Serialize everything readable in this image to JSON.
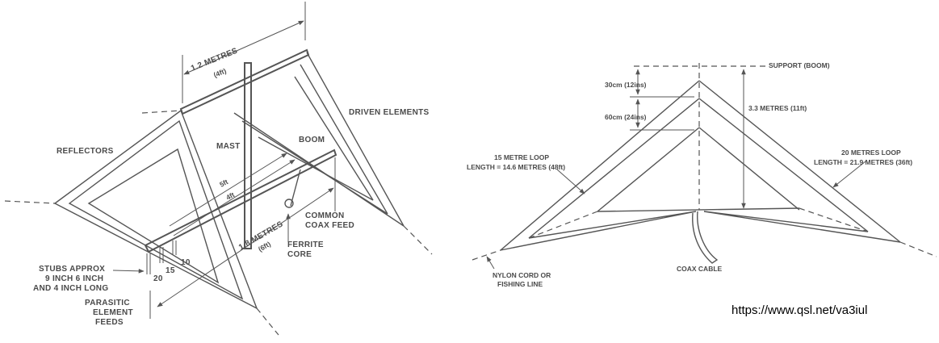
{
  "left_diagram": {
    "title": "Three-band quad antenna assembly",
    "labels": {
      "top_dimension": "1.2 METRES",
      "top_dimension_ft": "(4ft)",
      "reflectors": "REFLECTORS",
      "mast": "MAST",
      "boom": "BOOM",
      "driven_elements": "DRIVEN ELEMENTS",
      "spacing_5ft": "5ft",
      "spacing_4ft": "4ft",
      "boom_length": "1.8 METRES",
      "boom_length_ft": "(6ft)",
      "common_coax_feed_1": "COMMON",
      "common_coax_feed_2": "COAX FEED",
      "ferrite_core_1": "FERRITE",
      "ferrite_core_2": "CORE",
      "stubs_1": "STUBS APPROX",
      "stubs_2": "9 INCH 6 INCH",
      "stubs_3": "AND 4 INCH LONG",
      "stub_20": "20",
      "stub_15": "15",
      "stub_10": "10",
      "parasitic_1": "PARASITIC",
      "parasitic_2": "ELEMENT",
      "parasitic_3": "FEEDS"
    }
  },
  "right_diagram": {
    "title": "Delta loop element layout",
    "labels": {
      "support": "SUPPORT (BOOM)",
      "spacing_30": "30cm (12ins)",
      "spacing_60": "60cm (24ins)",
      "height": "3.3 METRES (11ft)",
      "loop15_1": "15 METRE LOOP",
      "loop15_2": "LENGTH = 14.6 METRES (48ft)",
      "loop20_1": "20 METRES LOOP",
      "loop20_2": "LENGTH = 21.9 METRES (36ft)",
      "nylon_1": "NYLON CORD OR",
      "nylon_2": "FISHING LINE",
      "coax": "COAX CABLE"
    }
  },
  "footer": {
    "url": "https://www.qsl.net/va3iul"
  }
}
